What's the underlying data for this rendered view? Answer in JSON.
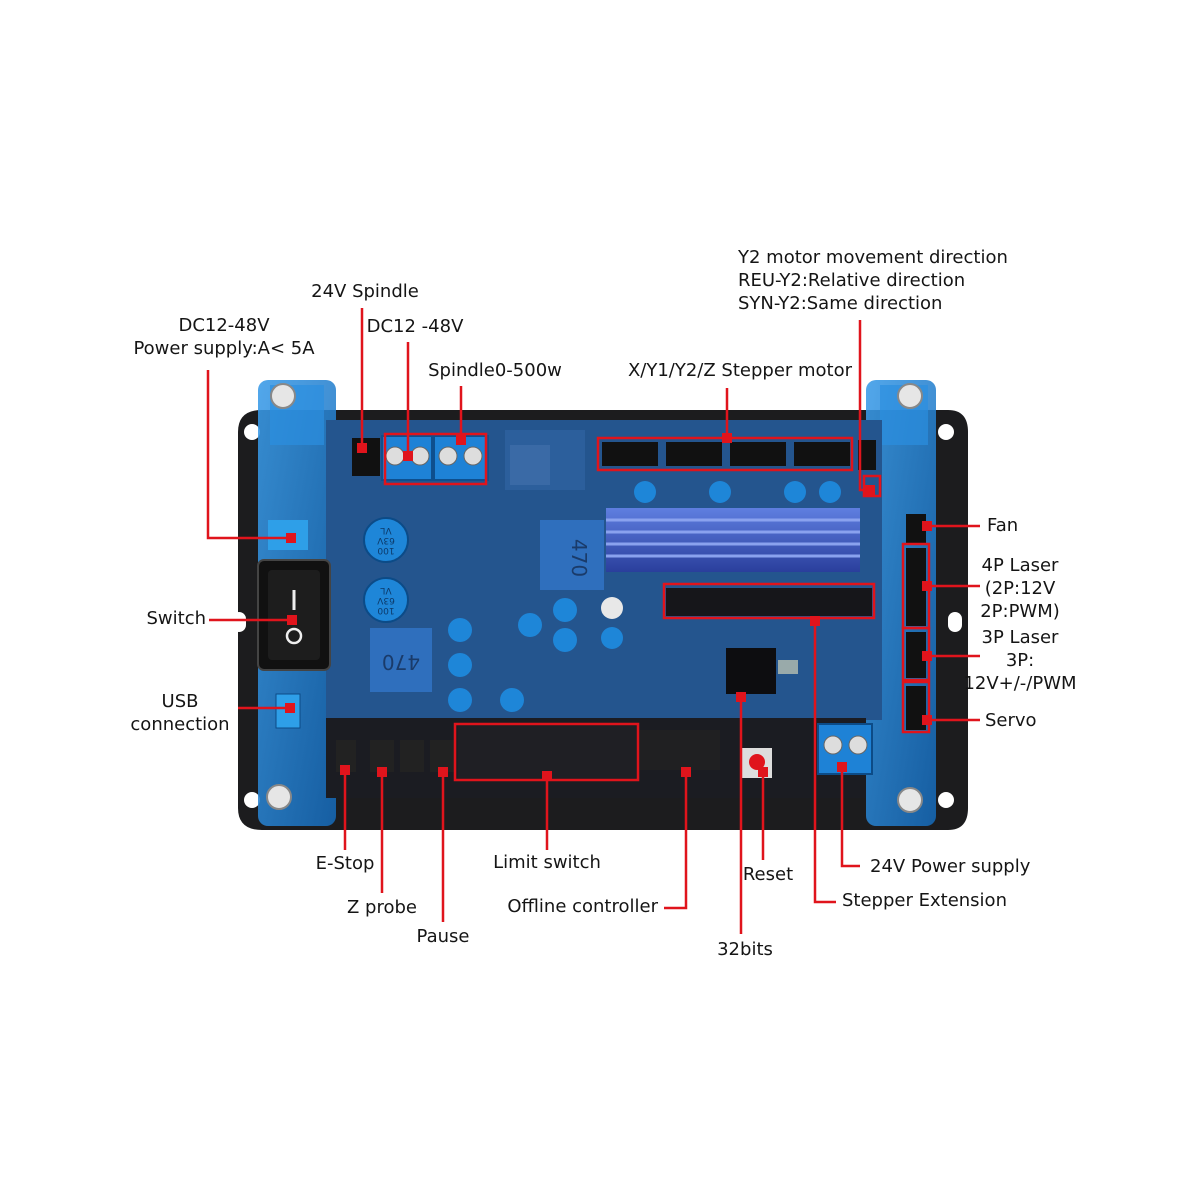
{
  "labels": {
    "dc_power": [
      "DC12-48V",
      "Power supply:A< 5A"
    ],
    "spindle_24v": "24V Spindle",
    "dc12_48v": "DC12 -48V",
    "spindle_500w": "Spindle0-500w",
    "y2_direction": [
      "Y2 motor movement direction",
      "REU-Y2:Relative direction",
      "SYN-Y2:Same direction"
    ],
    "stepper_motor": "X/Y1/Y2/Z Stepper motor",
    "fan": "Fan",
    "laser_4p": [
      "4P Laser",
      "(2P:12V",
      "2P:PWM)"
    ],
    "laser_3p": [
      "3P Laser",
      "3P:",
      "12V+/-/PWM"
    ],
    "servo": "Servo",
    "switch": "Switch",
    "usb": [
      "USB",
      "connection"
    ],
    "estop": "E-Stop",
    "zprobe": "Z probe",
    "pause": "Pause",
    "limit_switch": "Limit switch",
    "offline_controller": "Offline controller",
    "reset": "Reset",
    "bits32": "32bits",
    "power_24v": "24V Power supply",
    "stepper_ext": "Stepper Extension"
  },
  "board_markings": {
    "inductor_1": "470",
    "inductor_2": "470",
    "cap_1": [
      "100",
      "63V",
      "VL"
    ],
    "cap_2": [
      "100",
      "63V",
      "VL"
    ]
  },
  "colors": {
    "callout": "#e0141c",
    "board_black": "#1b1b1d",
    "acrylic_blue": "#1e78c8",
    "pcb_blue": "#23558e"
  }
}
